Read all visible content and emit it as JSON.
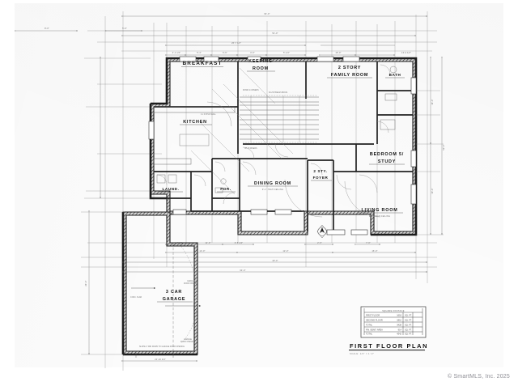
{
  "sheet": {
    "drawing_title": "FIRST FLOOR PLAN",
    "scale_note": "SCALE: 1/4\" = 1'-0\"",
    "watermark": "© SmartMLS, Inc. 2025"
  },
  "rooms": [
    {
      "id": "breakfast",
      "label": "BREAKFAST",
      "sub": ""
    },
    {
      "id": "keeping",
      "label": "KEEPING",
      "label2": "ROOM",
      "sub": ""
    },
    {
      "id": "family",
      "label": "2 STORY",
      "label2": "FAMILY ROOM",
      "sub": ""
    },
    {
      "id": "bath",
      "label": "BATH",
      "sub": ""
    },
    {
      "id": "kitchen",
      "label": "KITCHEN",
      "sub": ""
    },
    {
      "id": "bedroom5",
      "label": "BEDROOM 5/",
      "label2": "STUDY",
      "sub": ""
    },
    {
      "id": "dining",
      "label": "DINING ROOM",
      "sub": "9'-1\" HIGH CEILING"
    },
    {
      "id": "foyer",
      "label": "2 STY.",
      "label2": "FOYER",
      "sub": ""
    },
    {
      "id": "living",
      "label": "LIVING ROOM",
      "sub": "9'-1\" HIGH CEILING"
    },
    {
      "id": "laundry",
      "label": "LAUND.",
      "sub": ""
    },
    {
      "id": "powder",
      "label": "PDR.",
      "sub": ""
    },
    {
      "id": "garage",
      "label": "3 CAR",
      "label2": "GARAGE",
      "sub": ""
    }
  ],
  "square_footage": {
    "title": "SQUARE FOOTAGE",
    "unit": "SQ. FT.",
    "rows": [
      {
        "label": "FIRST FLOOR",
        "value": "1618",
        "unit": "SQ. FT."
      },
      {
        "label": "SECOND FLOOR",
        "value": "1810",
        "unit": "SQ. FT."
      },
      {
        "label": "TOTAL",
        "value": "3428",
        "unit": "SQ. FT."
      },
      {
        "label": "FIN. BSMT. AREA",
        "value": "914",
        "unit": "SQ. FT."
      },
      {
        "label": "TOTAL",
        "value": "4342",
        "unit": "SQ. FT."
      }
    ]
  },
  "dimensions": {
    "top_overall": "64'-0\"",
    "top_second": "51'-0\"",
    "top_third": "26'-7 1/2\"",
    "top_right_a": "16'-0\"",
    "top_right_b": "13'-4 1/2\"",
    "left_a": "8'-0\"",
    "left_b": "5'-0\"",
    "bottom_overall": "64'-0\"",
    "bottom_second": "40'-0\"",
    "bottom_seg_a": "12'-0\"",
    "bottom_seg_b": "12'-0\"",
    "bottom_seg_c": "16'-0\"",
    "right_overall": "52'-0\"",
    "right_seg_a": "14'-0\"",
    "right_seg_b": "13'-4\"",
    "garage_width": "21'-10 1/4\"",
    "garage_depth": "24'-0\"",
    "misc": [
      "4'-1 1/2\"",
      "5'-4\"",
      "6'-6\"",
      "3'-0\"",
      "5'-1/2\"",
      "9'-0\"",
      "11'-0\"",
      "3'-8 1/2\"",
      "2'-6\"",
      "7'-0\""
    ]
  },
  "notes": [
    "2 x 6 STUD WALL",
    "12'-0 PLATE",
    "DROPPED HDR.",
    "9'-1\" HIGH CEILING",
    "COFFERED CEILING",
    "CONCRETE SLAB",
    "FLUSH BEAM ABOVE",
    "GARAGE DOOR OPENING"
  ],
  "north_arrow": {
    "label": ""
  }
}
